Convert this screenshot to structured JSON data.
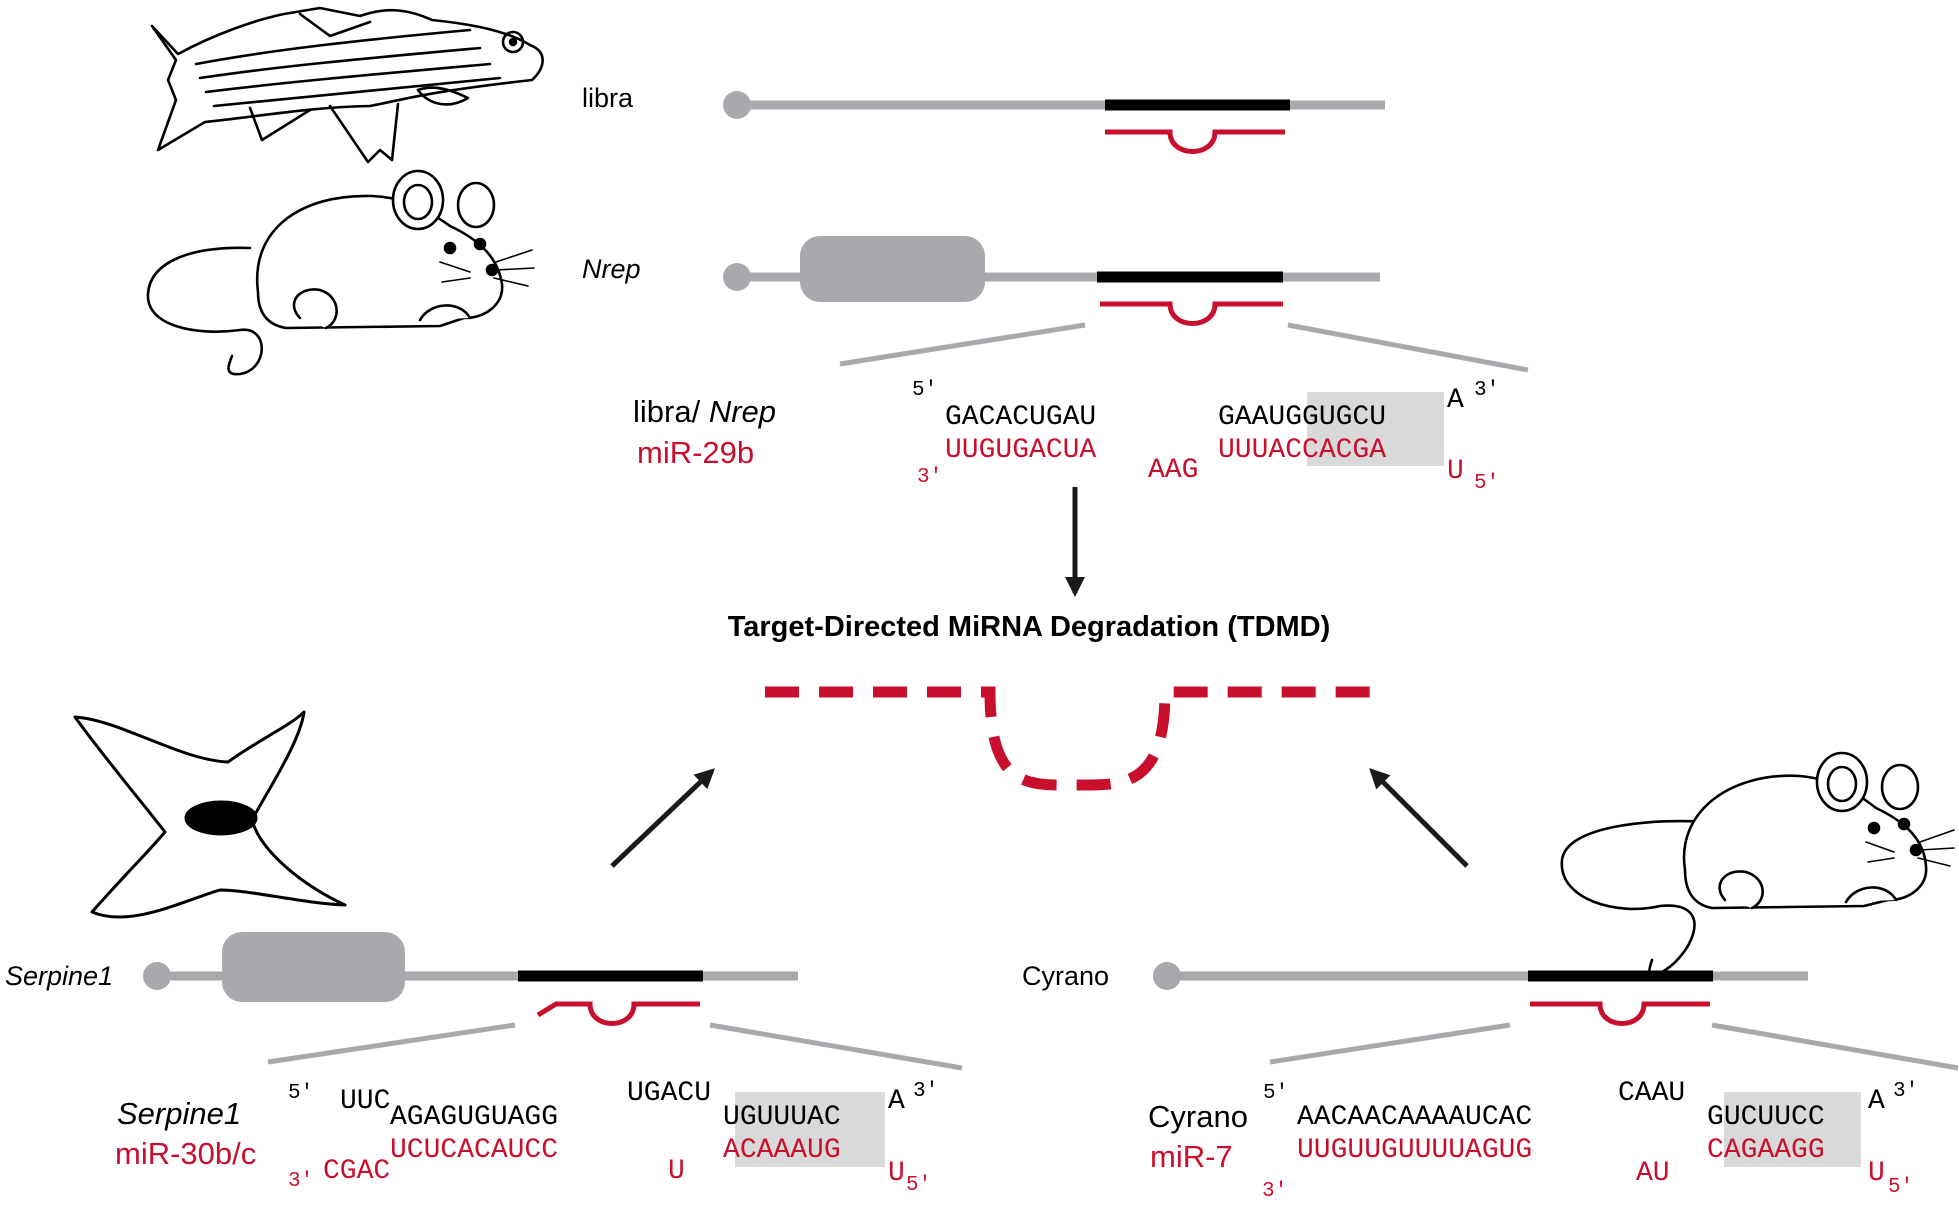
{
  "colors": {
    "red": "#c8102e",
    "gray": "#a7a9ac",
    "black": "#000000",
    "seed_highlight": "#d9d9d9"
  },
  "icons": [
    "zebrafish-icon",
    "mouse-icon",
    "cell-icon"
  ],
  "top": {
    "libra_label": "libra",
    "nrep_label": "Nrep",
    "pair_label_target_a": "libra/",
    "pair_label_target_b": "Nrep",
    "mirna_label": "miR-29b",
    "target": {
      "five_prime": "5′",
      "part1": "GACACUGAU",
      "part2": "GAAU",
      "seed": "GGUGCU",
      "overhang": "A",
      "three_prime": "3′"
    },
    "mirna": {
      "three_prime": "3′",
      "part1": "UUGUGACUA",
      "bulge": "AAG",
      "part2": "UUUA",
      "seed": "CCACGA",
      "overhang": "U",
      "five_prime": "5′"
    }
  },
  "center": {
    "title": "Target-Directed MiRNA Degradation (TDMD)"
  },
  "bottom_left": {
    "gene_label": "Serpine1",
    "pair_label_target": "Serpine1",
    "mirna_label": "miR-30b/c",
    "target": {
      "five_prime": "5′",
      "loop1": "UUC",
      "part1": "AGAGUGUAGG",
      "loop2": "UGACU",
      "part2": "U",
      "seed": "GUUUAC",
      "overhang": "A",
      "three_prime": "3′"
    },
    "mirna": {
      "three_prime": "3′",
      "loop1": "CGAC",
      "part1": "UCUCACAUCC",
      "bulge": "U",
      "part2": "A",
      "seed": "CAAAUG",
      "overhang": "U",
      "five_prime": "5′"
    }
  },
  "bottom_right": {
    "gene_label": "Cyrano",
    "pair_label_target": "Cyrano",
    "mirna_label": "miR-7",
    "target": {
      "five_prime": "5′",
      "part1": "AACAACAAAAUCAC",
      "loop": "CAAU",
      "part2": "G",
      "seed": "UCUUCC",
      "overhang": "A",
      "three_prime": "3′"
    },
    "mirna": {
      "three_prime": "3′",
      "part1": "UUGUUGUUUUAGUG",
      "bulge": "AU",
      "part2": "C",
      "seed": "AGAAGG",
      "overhang": "U",
      "five_prime": "5′"
    }
  }
}
